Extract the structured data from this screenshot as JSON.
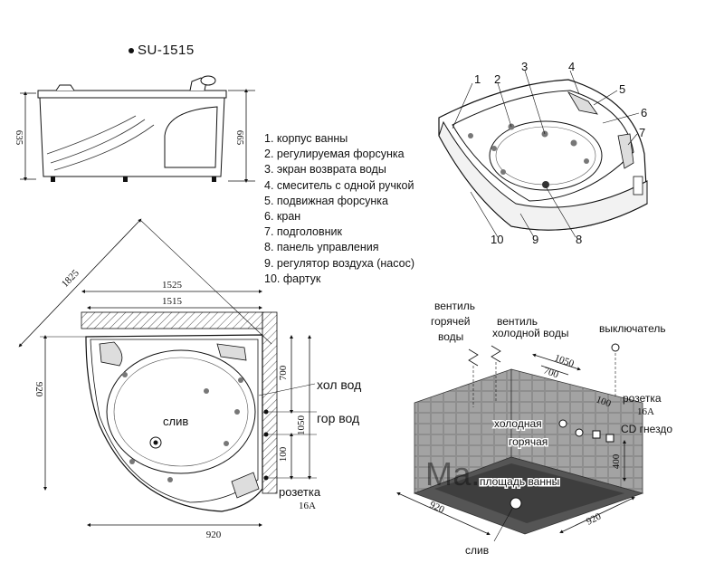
{
  "title": "SU-1515",
  "legend": [
    "1. корпус ванны",
    "2. регулируемая форсунка",
    "3. экран возврата воды",
    "4. смеситель с одной ручкой",
    "5. подвижная форсунка",
    "6. кран",
    "7. подголовник",
    "8. панель управления",
    "9. регулятор воздуха (насос)",
    "10. фартук"
  ],
  "side_view": {
    "height_left": "635",
    "height_right": "665"
  },
  "plan_view": {
    "diag": "1825",
    "outer_width": "1525",
    "inner_width": "1515",
    "side": "920",
    "bottom": "920",
    "wall_700": "700",
    "wall_1050": "1050",
    "wall_100": "100",
    "cold_water": "хол вод",
    "hot_water": "гор вод",
    "drain": "слив",
    "socket": "розетка",
    "socket_rating": "16A"
  },
  "perspective": {
    "callouts": [
      "1",
      "2",
      "3",
      "4",
      "5",
      "6",
      "7",
      "8",
      "9",
      "10"
    ]
  },
  "room_view": {
    "valve_hot": [
      "вентиль",
      "горячей",
      "воды"
    ],
    "valve_cold": [
      "вентиль",
      "холодной воды"
    ],
    "switch": "выключатель",
    "socket": "розетка",
    "socket_rating": "16A",
    "cd_socket": "CD гнездо",
    "cold": "холодная",
    "hot": "горячая",
    "bath_area": "площадь ванны",
    "drain": "слив",
    "dim_1050": "1050",
    "dim_700": "700",
    "dim_100": "100",
    "dim_400": "400",
    "dim_920_left": "920",
    "dim_920_right": "920",
    "watermark": "Ма..."
  }
}
